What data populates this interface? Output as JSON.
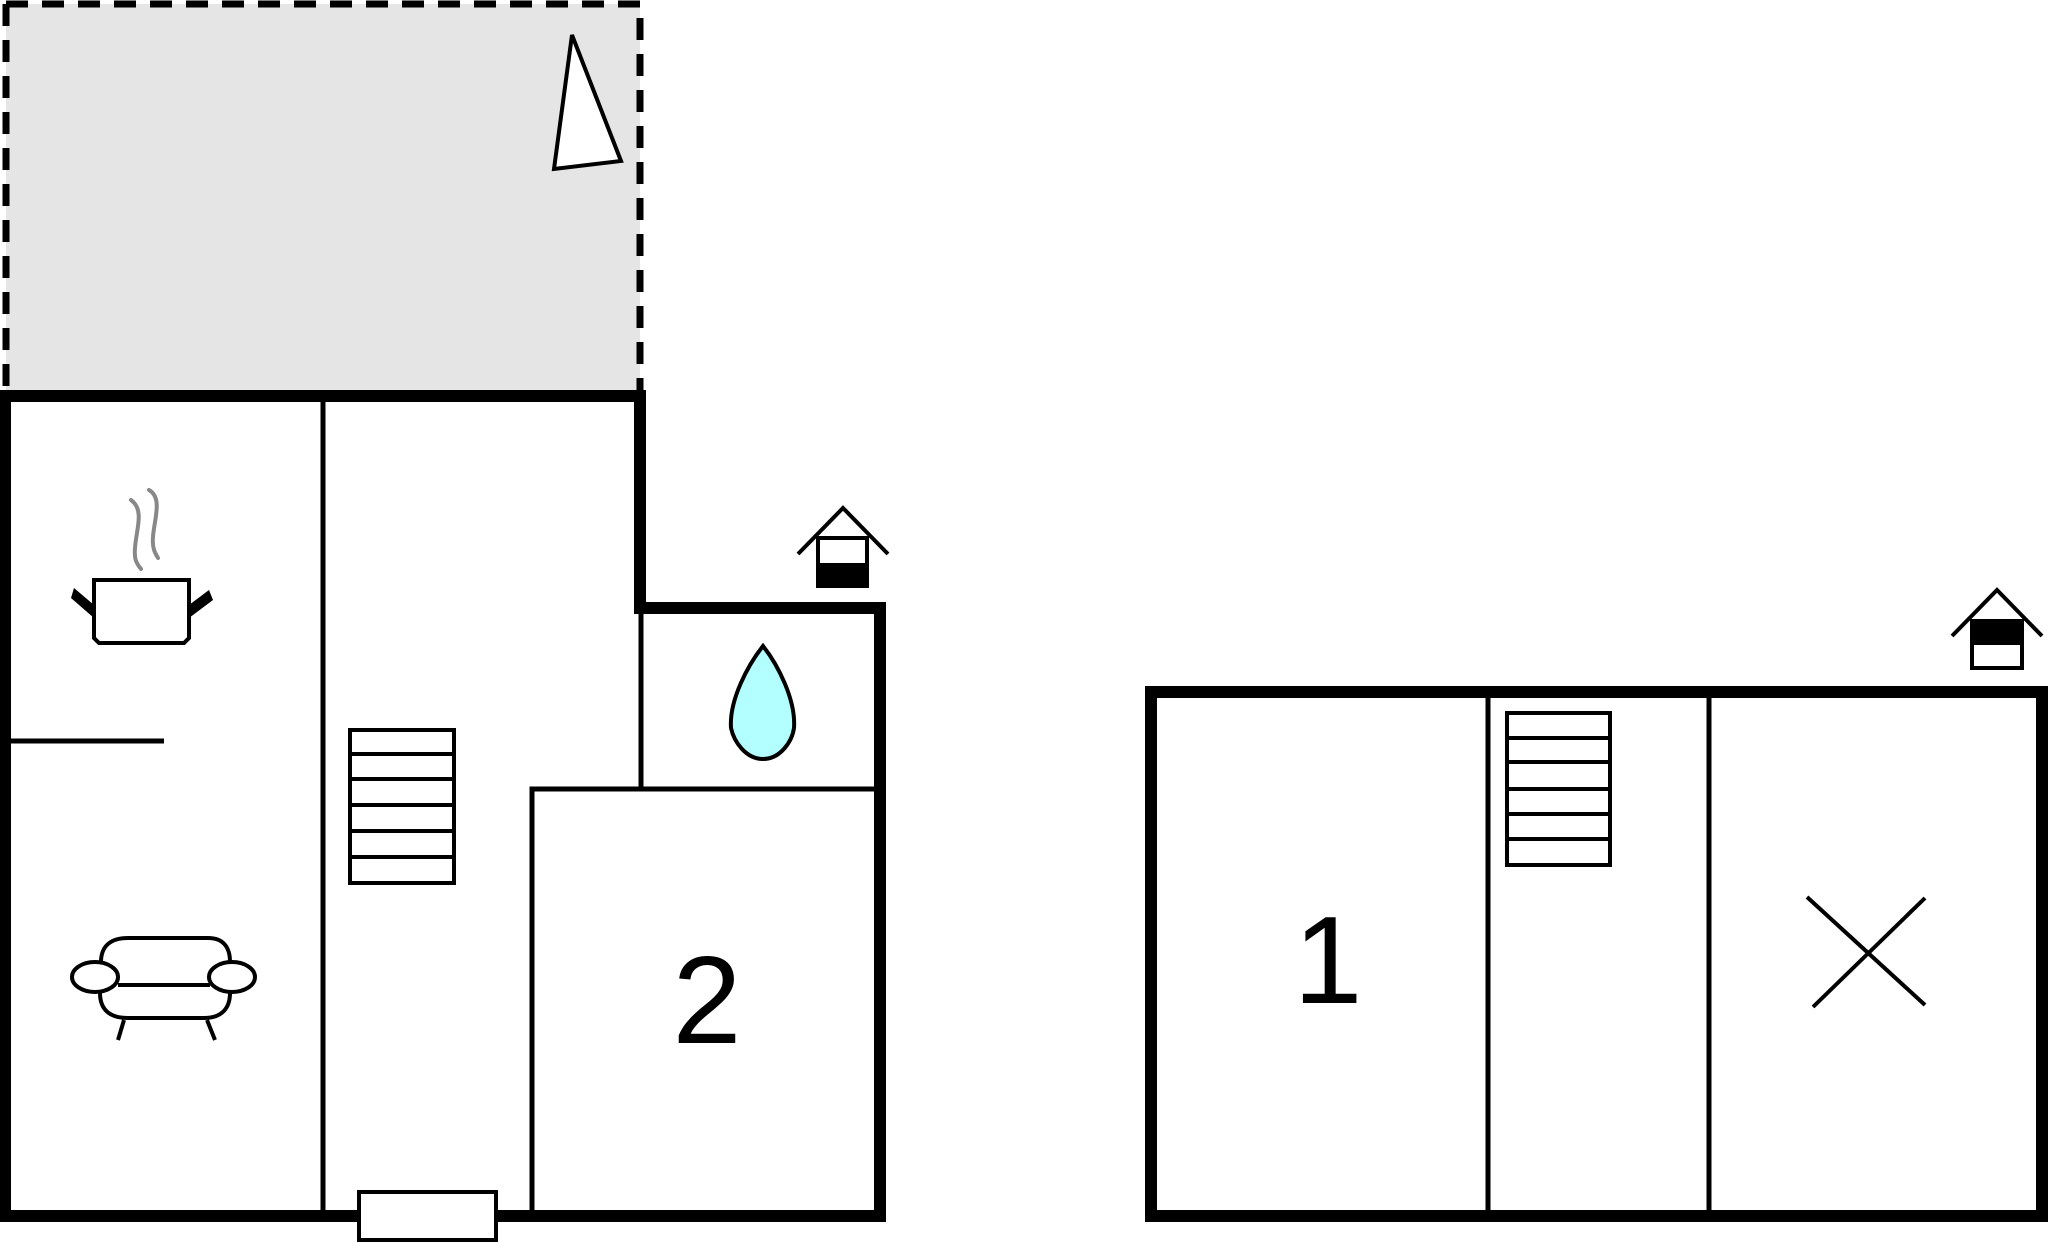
{
  "diagram": {
    "type": "floor-plan",
    "colors": {
      "wall": "#000000",
      "background": "#ffffff",
      "terrace_fill": "#e5e5e5",
      "water_drop_fill": "#b3ffff",
      "steam": "#888888"
    },
    "buildings": [
      {
        "id": "main-house",
        "rooms": [
          {
            "id": "kitchen",
            "icon": "cooking-pot-icon"
          },
          {
            "id": "living-room",
            "icon": "armchair-icon"
          },
          {
            "id": "hallway",
            "icon": "staircase-icon"
          },
          {
            "id": "bathroom",
            "icon": "water-drop-icon"
          },
          {
            "id": "bedroom-2",
            "label": "2"
          }
        ],
        "outdoor": {
          "id": "terrace",
          "icon": "parasol-triangle-icon",
          "border": "dashed"
        },
        "entrance_icon": "house-floor-indicator-icon",
        "door": "entrance-door"
      },
      {
        "id": "upper-floor",
        "rooms": [
          {
            "id": "bedroom-1",
            "label": "1"
          },
          {
            "id": "stair-hall",
            "icon": "staircase-icon"
          },
          {
            "id": "void",
            "icon": "cross-icon"
          }
        ],
        "entrance_icon": "house-floor-indicator-icon"
      }
    ],
    "labels": {
      "room_1": "1",
      "room_2": "2"
    }
  }
}
